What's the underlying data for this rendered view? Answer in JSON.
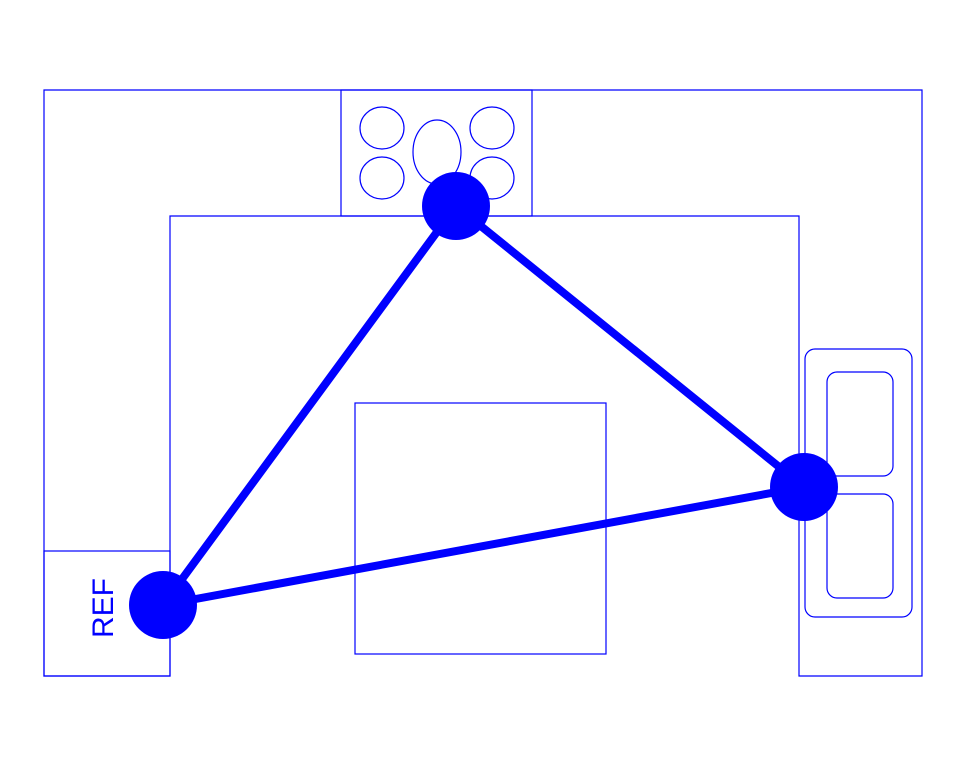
{
  "colors": {
    "line": "#0000ff",
    "background": "#ffffff"
  },
  "labels": {
    "refrigerator": "REF"
  },
  "work_triangle": {
    "vertices": [
      "refrigerator",
      "stove",
      "sink"
    ]
  }
}
